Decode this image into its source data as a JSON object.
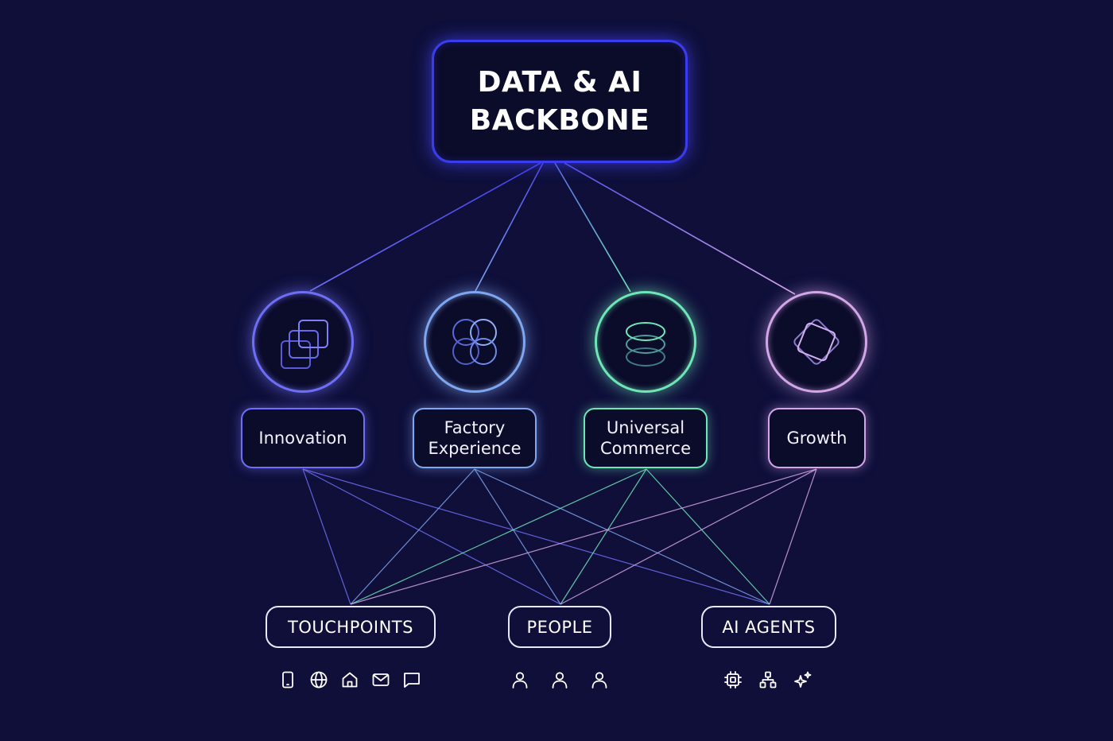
{
  "backbone": {
    "title": "DATA & AI\nBACKBONE",
    "color": "#3b3bf0"
  },
  "pillars": [
    {
      "label": "Innovation",
      "icon": "stacked-squares-icon",
      "color": "#6f6ff5"
    },
    {
      "label": "Factory\nExperience",
      "icon": "interlocking-circles-icon",
      "color": "#7fa6f0"
    },
    {
      "label": "Universal\nCommerce",
      "icon": "stacked-discs-icon",
      "color": "#6fe6b8"
    },
    {
      "label": "Growth",
      "icon": "rotated-squares-icon",
      "color": "#d2a6e8"
    }
  ],
  "audiences": [
    {
      "label": "TOUCHPOINTS",
      "icons": [
        "mobile-icon",
        "globe-icon",
        "home-icon",
        "mail-icon",
        "chat-icon"
      ]
    },
    {
      "label": "PEOPLE",
      "icons": [
        "person-icon",
        "person-icon",
        "person-icon"
      ]
    },
    {
      "label": "AI AGENTS",
      "icons": [
        "chip-icon",
        "network-icon",
        "sparkles-icon"
      ]
    }
  ]
}
